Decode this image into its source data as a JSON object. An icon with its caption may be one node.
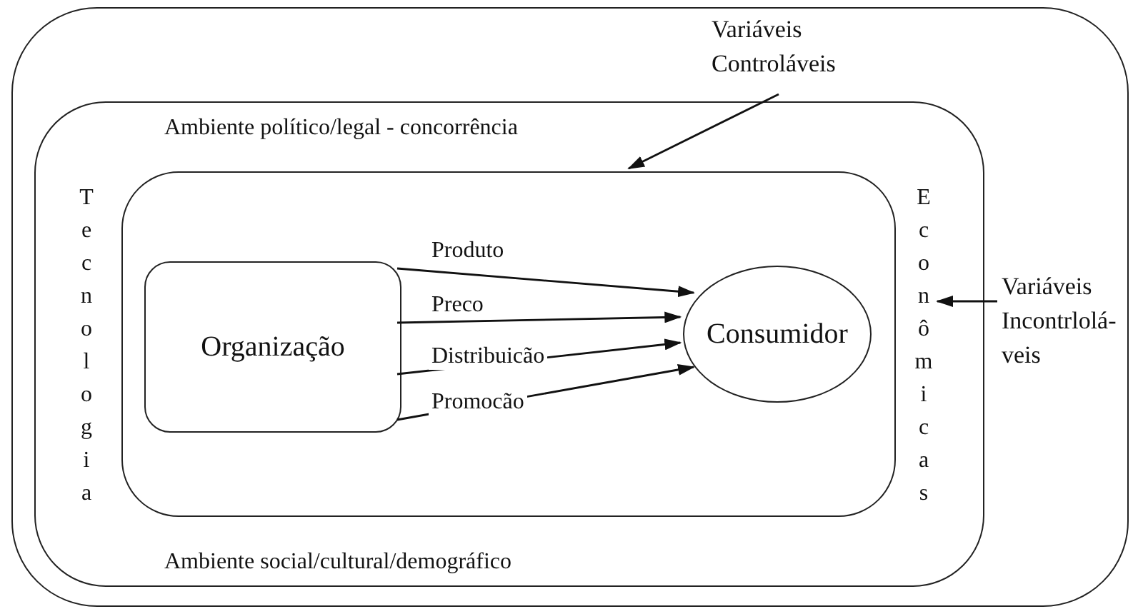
{
  "diagram": {
    "nodes": [
      {
        "text": [],
        "shape": "box"
      },
      {
        "text": [
          "Ambiente político/legal - concorrência",
          "Tecnologia",
          "Ambiente social/cultural/demográfico"
        ],
        "in": 0
      },
      {
        "text": [],
        "shape": "box",
        "in": 1
      },
      {
        "text": [
          "Organização"
        ],
        "in": 2
      },
      {
        "text": [
          "Consumidor"
        ],
        "in": 2
      },
      {
        "text": [
          "Variáveis Controláveis"
        ],
        "in": 0
      },
      {
        "text": [
          "Variáveis Incontrlolá-veis"
        ],
        "in": 0
      },
      {
        "text": [
          "Econômicas"
        ],
        "in": 1
      }
    ],
    "edges": [
      {
        "from": 3,
        "to": 4,
        "arrow": "to",
        "label": "Produto"
      },
      {
        "from": 3,
        "to": 4,
        "arrow": "to",
        "label": "Preco"
      },
      {
        "from": 3,
        "to": 4,
        "arrow": "to",
        "label": "Distribuicão"
      },
      {
        "from": 3,
        "to": 4,
        "arrow": "to",
        "label": "Promocão"
      },
      {
        "from": 5,
        "to": 2,
        "arrow": "to"
      },
      {
        "from": 6,
        "to": 7,
        "arrow": "to"
      }
    ]
  }
}
